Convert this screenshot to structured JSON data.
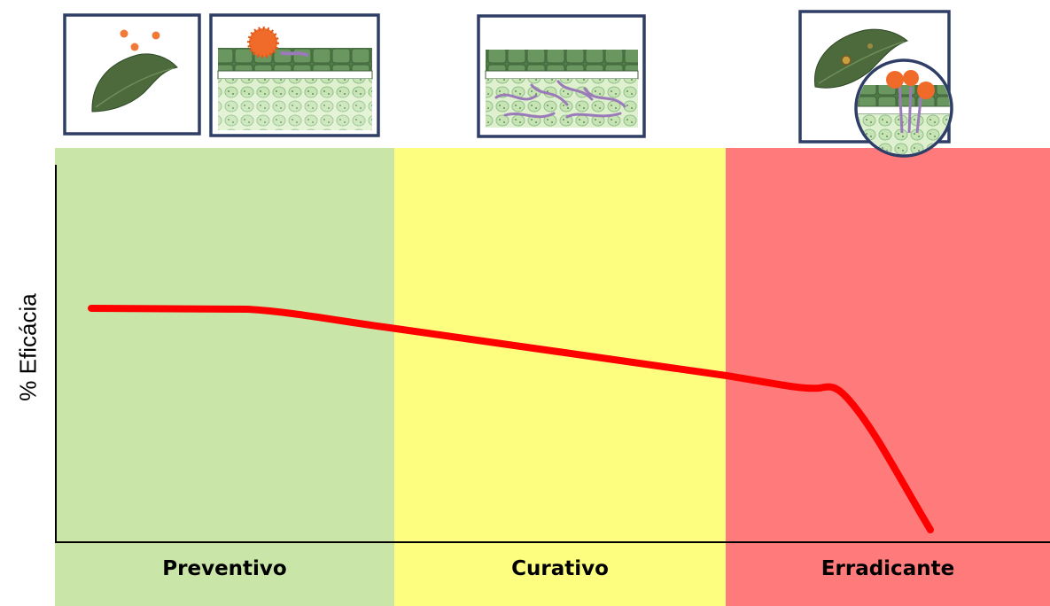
{
  "y_axis_label": "% Eficácia",
  "phases": [
    {
      "label": "Preventivo",
      "color": "#c9e5a8"
    },
    {
      "label": "Curativo",
      "color": "#fdfd80"
    },
    {
      "label": "Erradicante",
      "color": "#ff7b7b"
    }
  ],
  "curve_color": "#ff0000",
  "icons": [
    "leaf-with-spores-icon",
    "spore-germinating-on-tissue-icon",
    "hyphae-in-tissue-icon",
    "diseased-leaf-sporulation-icon"
  ]
}
